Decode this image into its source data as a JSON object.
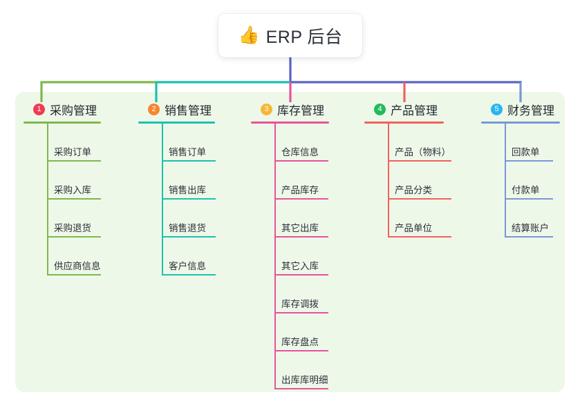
{
  "root": {
    "icon": "thumbs-up-icon",
    "emoji": "👍",
    "title": "ERP 后台"
  },
  "colors": {
    "panel_background": "#eef8e9",
    "trunk": "#5b62c4",
    "bar_left": "#7cb94a",
    "bar_mid": "#1cc0ae",
    "bar_right": "#5b62c4",
    "col1": "#7cb94a",
    "col2": "#1cc0ae",
    "col3": "#e8519a",
    "col4": "#f2605e",
    "col5": "#7b95d8",
    "badge1": "#ef3b52",
    "badge2": "#f5862e",
    "badge3": "#f7b733",
    "badge4": "#22bb5b",
    "badge5": "#29b6f0"
  },
  "columns": [
    {
      "index": "1",
      "badge_color": "#ef3b52",
      "line_color": "#7cb94a",
      "title": "采购管理",
      "items": [
        {
          "label": "采购订单"
        },
        {
          "label": "采购入库"
        },
        {
          "label": "采购退货"
        },
        {
          "label": "供应商信息"
        }
      ]
    },
    {
      "index": "2",
      "badge_color": "#f5862e",
      "line_color": "#1cc0ae",
      "title": "销售管理",
      "items": [
        {
          "label": "销售订单"
        },
        {
          "label": "销售出库"
        },
        {
          "label": "销售退货"
        },
        {
          "label": "客户信息"
        }
      ]
    },
    {
      "index": "3",
      "badge_color": "#f7b733",
      "line_color": "#e8519a",
      "title": "库存管理",
      "items": [
        {
          "label": "仓库信息"
        },
        {
          "label": "产品库存"
        },
        {
          "label": "其它出库"
        },
        {
          "label": "其它入库"
        },
        {
          "label": "库存调拨"
        },
        {
          "label": "库存盘点"
        },
        {
          "label": "出库库明细"
        }
      ]
    },
    {
      "index": "4",
      "badge_color": "#22bb5b",
      "line_color": "#f2605e",
      "title": "产品管理",
      "items": [
        {
          "label": "产品（物料）"
        },
        {
          "label": "产品分类"
        },
        {
          "label": "产品单位"
        }
      ]
    },
    {
      "index": "5",
      "badge_color": "#29b6f0",
      "line_color": "#7b95d8",
      "title": "财务管理",
      "items": [
        {
          "label": "回款单"
        },
        {
          "label": "付款单"
        },
        {
          "label": "结算账户"
        }
      ]
    }
  ]
}
